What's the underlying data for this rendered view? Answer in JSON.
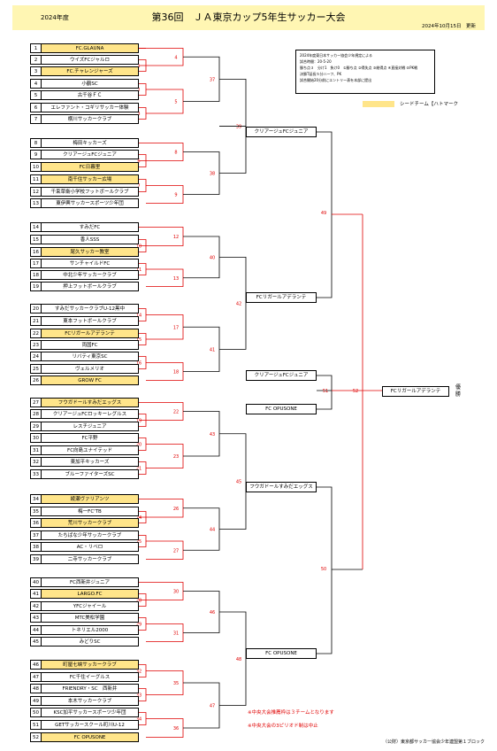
{
  "header": {
    "season": "2024年度",
    "title": "第36回　ＪＡ東京カップ5年生サッカー大会",
    "date": "2024年10月15日　更新"
  },
  "info_lines": [
    "2024年度東日本サッカー協会少年規定による",
    "試合時間：20-5-20",
    "勝ち点３　分け1　負け0　①勝ち点 ②得失点 ③総得点 ④直接対戦 ⑤PK戦",
    "決勝T延長５分ハーフ、PK",
    "試合開始20分前にエントリー表を本部に提出"
  ],
  "legend": "シードチーム【ハトマーク",
  "teams": [
    {
      "no": "1",
      "name": "FC.GLAUNA",
      "seed": true
    },
    {
      "no": "2",
      "name": "ウイズFCジャルロ",
      "seed": false
    },
    {
      "no": "3",
      "name": "FC.チャレンジャーズ",
      "seed": true
    },
    {
      "no": "4",
      "name": "小鶴SC",
      "seed": false
    },
    {
      "no": "5",
      "name": "古千谷ＦＣ",
      "seed": false
    },
    {
      "no": "6",
      "name": "エレファント・コギリサッカー体験",
      "seed": false
    },
    {
      "no": "7",
      "name": "横川サッカークラブ",
      "seed": false
    },
    {
      "no": "8",
      "name": "梅田キッカーズ",
      "seed": false
    },
    {
      "no": "9",
      "name": "クリアージュFCジュニア",
      "seed": false
    },
    {
      "no": "10",
      "name": "FC日暮里",
      "seed": true
    },
    {
      "no": "11",
      "name": "南千住サッカー広場",
      "seed": true
    },
    {
      "no": "12",
      "name": "千束草衛小学校フットボールクラブ",
      "seed": false
    },
    {
      "no": "13",
      "name": "東伊興サッカースポーツ少年団",
      "seed": false
    },
    {
      "no": "14",
      "name": "すみだFC",
      "seed": false
    },
    {
      "no": "15",
      "name": "香人SSS",
      "seed": false
    },
    {
      "no": "16",
      "name": "尾久サッカー教室",
      "seed": true
    },
    {
      "no": "17",
      "name": "サンチャイルドFC",
      "seed": false
    },
    {
      "no": "18",
      "name": "中北少年サッカークラブ",
      "seed": false
    },
    {
      "no": "19",
      "name": "押上フットボールクラブ",
      "seed": false
    },
    {
      "no": "20",
      "name": "すみだサッカークラブU-12黒中",
      "seed": false
    },
    {
      "no": "21",
      "name": "東本フットボールクラブ",
      "seed": false
    },
    {
      "no": "22",
      "name": "FCリガールアデランテ",
      "seed": true
    },
    {
      "no": "23",
      "name": "両国FC",
      "seed": false
    },
    {
      "no": "24",
      "name": "リバティ東京SC",
      "seed": false
    },
    {
      "no": "25",
      "name": "ヴェルメリオ",
      "seed": false
    },
    {
      "no": "26",
      "name": "GROW FC",
      "seed": true
    },
    {
      "no": "27",
      "name": "フウガドールすみだエッグス",
      "seed": true
    },
    {
      "no": "28",
      "name": "クリアージュFCロッキーレグルス",
      "seed": false
    },
    {
      "no": "29",
      "name": "レスチジュニア",
      "seed": false
    },
    {
      "no": "30",
      "name": "FC平野",
      "seed": false
    },
    {
      "no": "31",
      "name": "FC向島ユナイテッド",
      "seed": false
    },
    {
      "no": "32",
      "name": "東加平キッカーズ",
      "seed": false
    },
    {
      "no": "33",
      "name": "ブルーファイターズSC",
      "seed": false
    },
    {
      "no": "34",
      "name": "綾瀬ヴァリアンツ",
      "seed": true
    },
    {
      "no": "35",
      "name": "梅一FC'TB",
      "seed": false
    },
    {
      "no": "36",
      "name": "荒川サッカークラブ",
      "seed": true
    },
    {
      "no": "37",
      "name": "たちばな少年サッカークラブ",
      "seed": false
    },
    {
      "no": "38",
      "name": "AC・リベロ",
      "seed": false
    },
    {
      "no": "39",
      "name": "二寺サッカークラブ",
      "seed": false
    },
    {
      "no": "40",
      "name": "FC西新井ジュニア",
      "seed": false
    },
    {
      "no": "41",
      "name": "LARGO.FC",
      "seed": true
    },
    {
      "no": "42",
      "name": "YFCジャイール",
      "seed": false
    },
    {
      "no": "43",
      "name": "MTC美松学園",
      "seed": false
    },
    {
      "no": "44",
      "name": "トネリエル2000",
      "seed": false
    },
    {
      "no": "45",
      "name": "みどりSC",
      "seed": false
    },
    {
      "no": "46",
      "name": "町屋七峡サッカークラブ",
      "seed": true
    },
    {
      "no": "47",
      "name": "FC千住イーグルス",
      "seed": false
    },
    {
      "no": "48",
      "name": "FRIENDRY・SC　西新井",
      "seed": false
    },
    {
      "no": "49",
      "name": "本木サッカークラブ",
      "seed": false
    },
    {
      "no": "50",
      "name": "KSC加平サッカースポーツ少年団",
      "seed": false
    },
    {
      "no": "51",
      "name": "GETサッカースクール町川U-12",
      "seed": false
    },
    {
      "no": "52",
      "name": "FC OPUSONE",
      "seed": true
    }
  ],
  "match_numbers": [
    "1",
    "2",
    "3",
    "4",
    "5",
    "6",
    "7",
    "8",
    "9",
    "10",
    "11",
    "12",
    "13",
    "14",
    "15",
    "16",
    "17",
    "18",
    "19",
    "20",
    "21",
    "22",
    "23",
    "24",
    "25",
    "26",
    "27",
    "28",
    "29",
    "30",
    "31",
    "32",
    "33",
    "34",
    "35",
    "36",
    "37",
    "38",
    "39",
    "40",
    "41",
    "42",
    "43",
    "44",
    "45",
    "46",
    "47",
    "48",
    "49",
    "50",
    "51",
    "52"
  ],
  "advancers": {
    "b39": "クリアージュFCジュニア",
    "b42": "FCリガールアデランテ",
    "b45": "フウガドールすみだエッグス",
    "b48": "FC OPUSONE",
    "s49": "クリアージュFCジュニア",
    "s50": "FC OPUSONE",
    "final": "FCリガールアデランテ"
  },
  "champion_label": "優勝",
  "notes": [
    "※中央大会推薦枠は３チームとなります",
    "※中央大会の3ピリオド制は中止"
  ],
  "footer": "（公財）東京都サッカー協会少年連盟第１ブロック",
  "colors": {
    "seed": "#ffe58a",
    "win_line": "#e00000",
    "header": "#fff6b3"
  }
}
